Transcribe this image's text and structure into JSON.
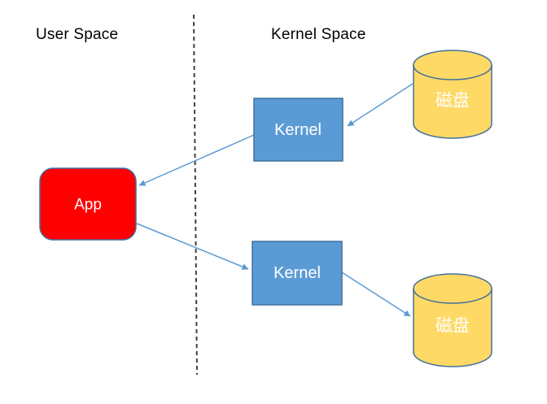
{
  "diagram": {
    "regions": {
      "user_space_label": "User Space",
      "kernel_space_label": "Kernel Space"
    },
    "nodes": {
      "app": {
        "label": "App",
        "fill": "#ff0000",
        "border": "#41719c",
        "text_color": "#ffffff"
      },
      "kernel_top": {
        "label": "Kernel",
        "fill": "#5b9bd5",
        "border": "#41719c",
        "text_color": "#ffffff"
      },
      "kernel_bottom": {
        "label": "Kernel",
        "fill": "#5b9bd5",
        "border": "#41719c",
        "text_color": "#ffffff"
      },
      "disk_top": {
        "label": "磁盘",
        "fill": "#ffd966",
        "border": "#41719c",
        "text_color": "#ffffff"
      },
      "disk_bottom": {
        "label": "磁盘",
        "fill": "#ffd966",
        "border": "#41719c",
        "text_color": "#ffffff"
      }
    },
    "edges": [
      {
        "from": "disk_top",
        "to": "kernel_top"
      },
      {
        "from": "kernel_top",
        "to": "app"
      },
      {
        "from": "app",
        "to": "kernel_bottom"
      },
      {
        "from": "kernel_bottom",
        "to": "disk_bottom"
      }
    ],
    "colors": {
      "arrow": "#5b9bd5",
      "divider": "#404040",
      "region_label_text": "#000000",
      "background": "#ffffff"
    }
  }
}
